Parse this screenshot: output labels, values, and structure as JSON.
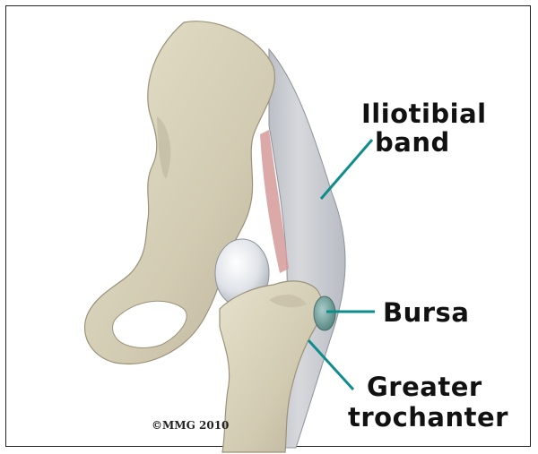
{
  "labels": {
    "iliotibial_line1": "Iliotibial",
    "iliotibial_line2": "band",
    "bursa": "Bursa",
    "greater_trochanter_line1": "Greater",
    "greater_trochanter_line2": "trochanter"
  },
  "copyright": "©MMG 2010",
  "colors": {
    "leader_line": "#0f8c8c",
    "bone": "#d9d3bd",
    "band": "#c9ccd2",
    "muscle": "#d08a8a",
    "bursa": "#6f9e9a"
  }
}
